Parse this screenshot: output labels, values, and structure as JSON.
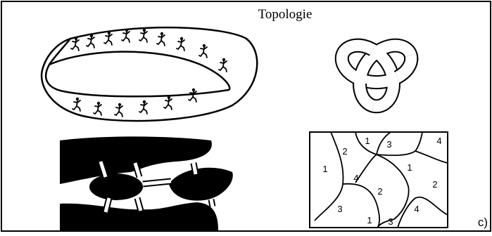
{
  "figure": {
    "title": "Topologie",
    "corner_label": "c)",
    "panels": [
      {
        "name": "moebius-strip",
        "figure_count": 15
      },
      {
        "name": "trefoil-knot"
      },
      {
        "name": "koenigsberg-bridges",
        "bridge_count": 7
      },
      {
        "name": "four-color-map",
        "region_labels": [
          "4",
          "1",
          "3",
          "2",
          "1",
          "4",
          "1",
          "2",
          "2",
          "3",
          "4",
          "1",
          "3"
        ]
      }
    ]
  }
}
